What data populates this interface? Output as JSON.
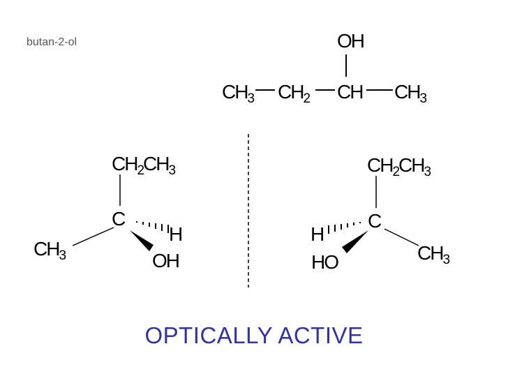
{
  "caption": "butan-2-ol",
  "footer": {
    "text": "OPTICALLY ACTIVE",
    "color": "#333399"
  },
  "structural_formula": {
    "oh": "OH",
    "ch3_left": "CH",
    "ch3_left_sub": "3",
    "ch2": "CH",
    "ch2_sub": "2",
    "ch": "CH",
    "ch3_right": "CH",
    "ch3_right_sub": "3"
  },
  "left_enantiomer": {
    "top_a": "CH",
    "top_a_sub": "2",
    "top_b": "CH",
    "top_b_sub": "3",
    "center": "C",
    "h": "H",
    "oh": "OH",
    "methyl": "CH",
    "methyl_sub": "3"
  },
  "right_enantiomer": {
    "top_a": "CH",
    "top_a_sub": "2",
    "top_b": "CH",
    "top_b_sub": "3",
    "center": "C",
    "h": "H",
    "ho": "HO",
    "methyl": "CH",
    "methyl_sub": "3"
  },
  "colors": {
    "ink": "#000000",
    "caption": "#555555"
  }
}
